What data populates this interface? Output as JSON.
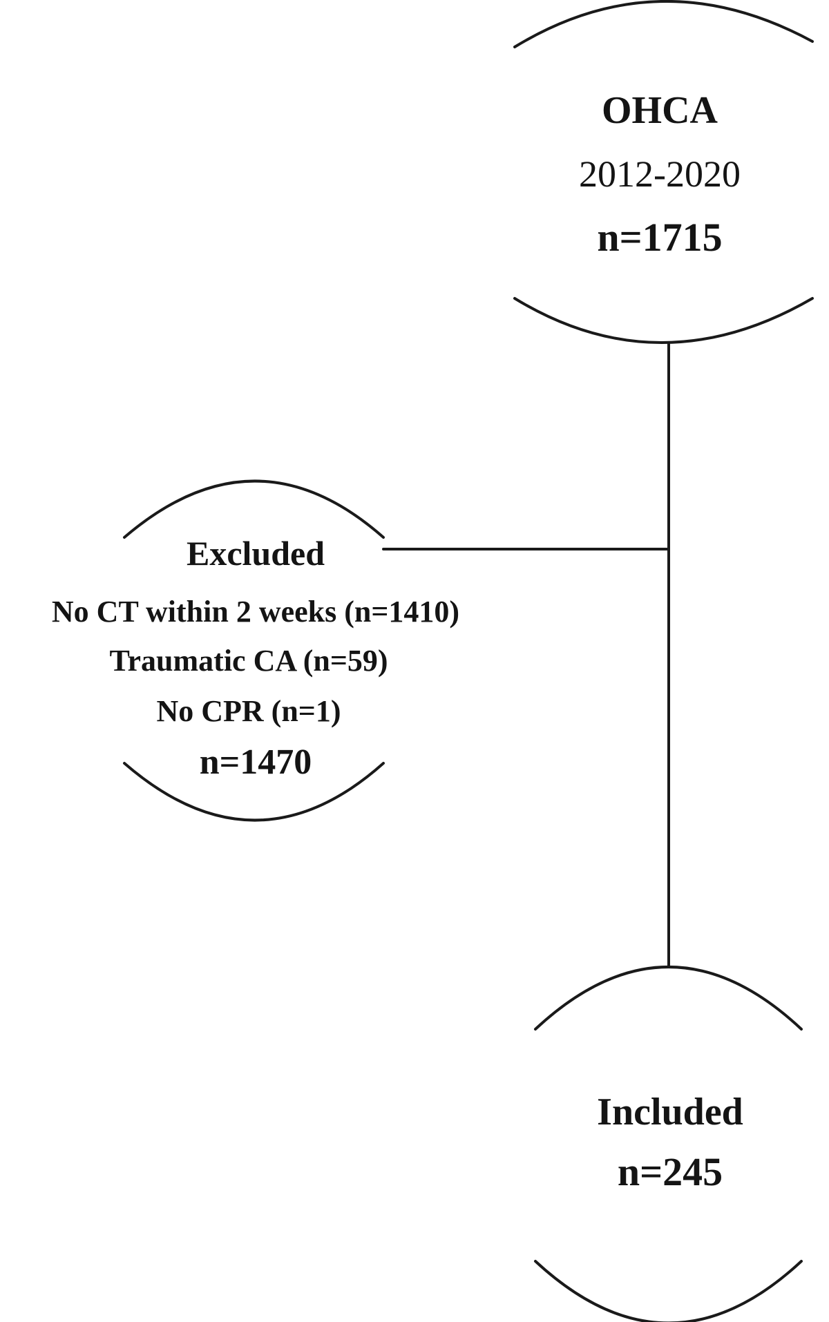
{
  "diagram": {
    "top_node": {
      "title": "OHCA",
      "period": "2012-2020",
      "count": "n=1715"
    },
    "excluded_node": {
      "title": "Excluded",
      "reasons": [
        "No CT within 2 weeks (n=1410)",
        "Traumatic CA (n=59)",
        "No CPR (n=1)"
      ],
      "count": "n=1470"
    },
    "bottom_node": {
      "title": "Included",
      "count": "n=245"
    }
  }
}
